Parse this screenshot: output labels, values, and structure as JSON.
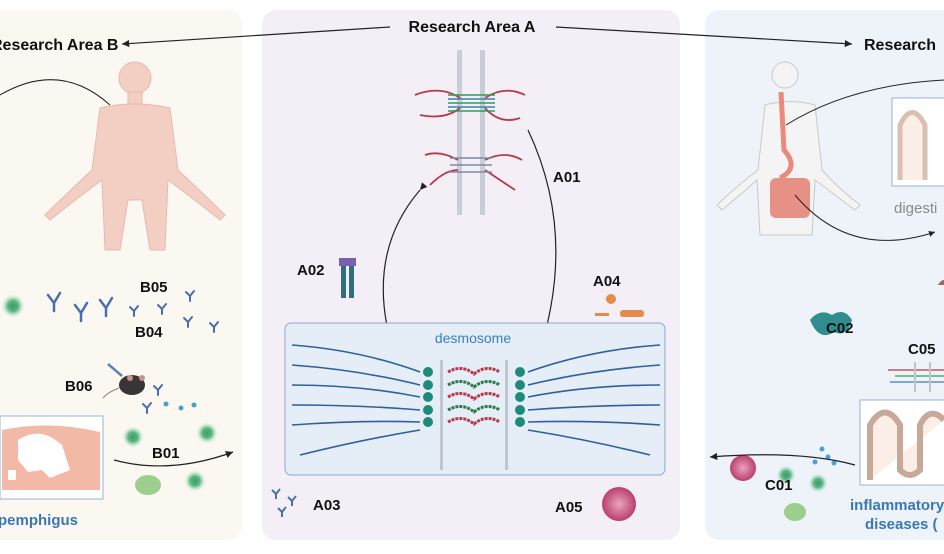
{
  "titles": {
    "area_a": "Research Area A",
    "area_b": "Research Area B",
    "area_c": "Research"
  },
  "labels": {
    "a01": "A01",
    "a02": "A02",
    "a03": "A03",
    "a04": "A04",
    "a05": "A05",
    "b01": "B01",
    "b04": "B04",
    "b05": "B05",
    "b06": "B06",
    "c01": "C01",
    "c02": "C02",
    "c05": "C05",
    "desmosome": "desmosome",
    "pemphigus": "pemphigus",
    "digestive": "digesti",
    "ibd_line1": "inflammatory",
    "ibd_line2": "diseases ("
  },
  "colors": {
    "panel_b": "#fbf8f1",
    "panel_a": "#f4eff6",
    "panel_c": "#eef2f9",
    "accent_blue": "#3a78b5",
    "keratin": "#2f5f9e",
    "cadherin": "#b83a4a"
  }
}
